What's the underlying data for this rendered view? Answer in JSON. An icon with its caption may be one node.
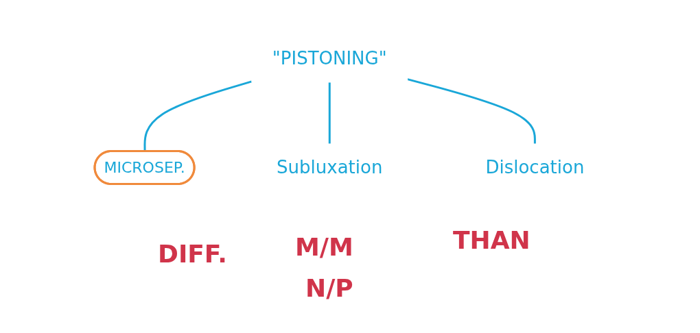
{
  "diagram": {
    "nodes": [
      {
        "text": [
          "\"PISTONING\""
        ]
      },
      {
        "text": [
          "MICROSEP."
        ]
      },
      {
        "text": [
          "Subluxation"
        ]
      },
      {
        "text": [
          "Dislocation"
        ]
      }
    ],
    "edges": [
      {
        "from": 0,
        "to": 1,
        "arrow": "none"
      },
      {
        "from": 0,
        "to": 2,
        "arrow": "none"
      },
      {
        "from": 0,
        "to": 3,
        "arrow": "none"
      }
    ],
    "labels": [
      "DIFF.",
      "M/M",
      "THAN",
      "N/P"
    ]
  }
}
